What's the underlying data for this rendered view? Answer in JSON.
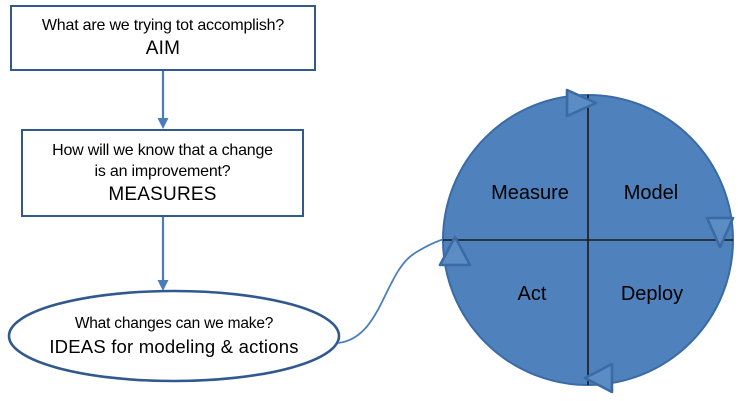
{
  "diagram": {
    "title": "Model for Improvement with PDSA-style cycle",
    "colors": {
      "box_border": "#31588F",
      "box_fill": "#FFFFFF",
      "connector": "#4A7EBB",
      "circle_fill": "#4F81BD",
      "circle_border": "#3A6BA5",
      "quadrant_divider": "#1A1A1A",
      "arrow_marker_fill": "#5B8CC4",
      "arrow_marker_border": "#3A6BA5",
      "text": "#000000"
    },
    "aim_box": {
      "question": "What are we trying tot accomplish?",
      "answer": "AIM"
    },
    "measures_box": {
      "question_line1": "How will we know that a change",
      "question_line2": "is an improvement?",
      "answer": "MEASURES"
    },
    "ideas_ellipse": {
      "question": "What changes can we make?",
      "answer": "IDEAS  for modeling &  actions"
    },
    "cycle": {
      "quadrants": [
        {
          "id": "measure",
          "label": "Measure",
          "position": "top-left"
        },
        {
          "id": "model",
          "label": "Model",
          "position": "top-right"
        },
        {
          "id": "act",
          "label": "Act",
          "position": "bottom-left"
        },
        {
          "id": "deploy",
          "label": "Deploy",
          "position": "bottom-right"
        }
      ],
      "markers": [
        {
          "id": "top",
          "direction": "right"
        },
        {
          "id": "right",
          "direction": "down"
        },
        {
          "id": "bottom",
          "direction": "left"
        },
        {
          "id": "left",
          "direction": "up"
        }
      ]
    },
    "connectors": [
      {
        "id": "aim-to-measures",
        "type": "straight-arrow-down"
      },
      {
        "id": "measures-to-ideas",
        "type": "straight-arrow-down"
      },
      {
        "id": "ideas-to-cycle",
        "type": "curved-arrow-right"
      }
    ]
  }
}
